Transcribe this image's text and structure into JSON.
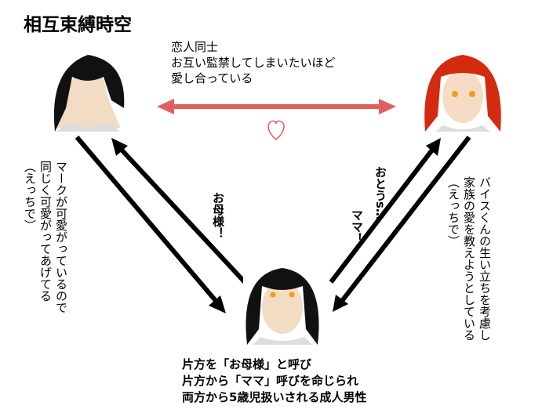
{
  "title": "相互束縛時空",
  "relation_top": {
    "lines": [
      "恋人同士",
      "お互い監禁してしまいたいほど",
      "愛し合っている"
    ],
    "heart_icon": "heart-outline",
    "arrow_color": "#e06060"
  },
  "left_note": {
    "lines": [
      "マークが可愛がっているので",
      "同じく可愛がってあげてる",
      "（えっちで）"
    ]
  },
  "right_note": {
    "lines": [
      "バイスくんの生い立ちを考慮し",
      "家族の愛を教えようとしている",
      "（えっちで）"
    ]
  },
  "to_left_call": "お母様！",
  "to_right_call": {
    "lines": [
      "おとうs…",
      "ママ！"
    ]
  },
  "bottom_note": {
    "lines": [
      "片方を「お母様」と呼び",
      "片方から「ママ」呼びを命じられ",
      "両方から5歳児扱いされる成人男性"
    ]
  }
}
